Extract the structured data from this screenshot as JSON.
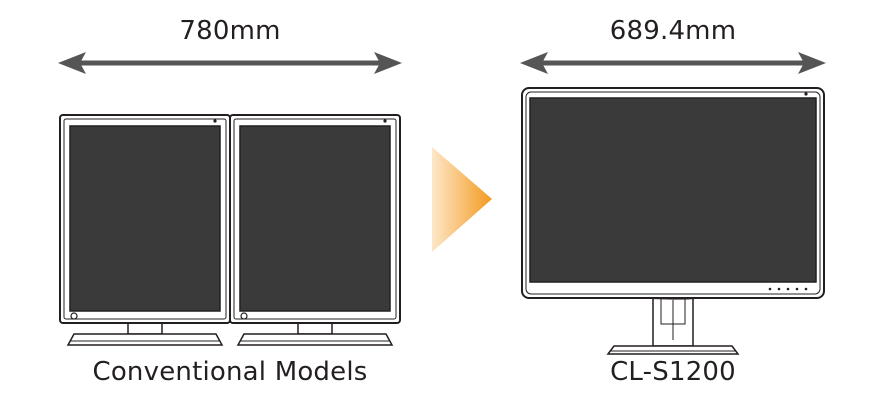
{
  "left": {
    "dimension": "780mm",
    "caption": "Conventional Models"
  },
  "right": {
    "dimension": "689.4mm",
    "caption": "CL-S1200"
  },
  "colors": {
    "screen": "#3a3a3a",
    "bezel": "#ffffff",
    "outline": "#231f20",
    "arrow": "#555555",
    "accent_arrow_start": "#fde7c9",
    "accent_arrow_end": "#f39a1f"
  },
  "icons": [
    "double-arrow",
    "transition-arrow",
    "monitor"
  ]
}
